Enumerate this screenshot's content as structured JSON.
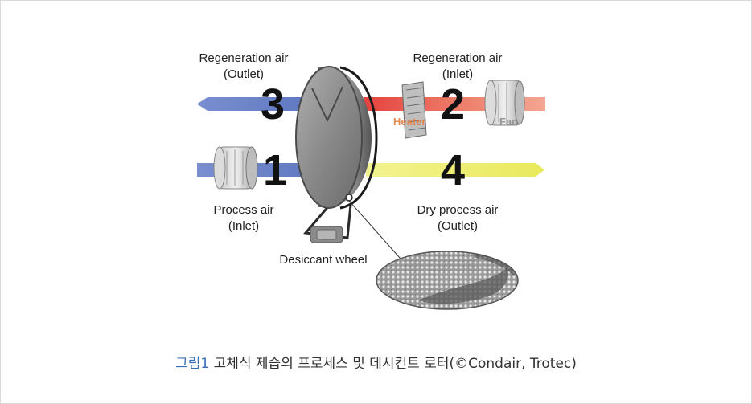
{
  "diagram": {
    "labels": {
      "regen_outlet": {
        "line1": "Regeneration air",
        "line2": "(Outlet)"
      },
      "regen_inlet": {
        "line1": "Regeneration air",
        "line2": "(Inlet)"
      },
      "process_inlet": {
        "line1": "Process air",
        "line2": "(Inlet)"
      },
      "dry_outlet": {
        "line1": "Dry process air",
        "line2": "(Outlet)"
      },
      "wheel": "Desiccant wheel",
      "heater": "Heater",
      "fan": "Fan"
    },
    "numbers": {
      "n1": "1",
      "n2": "2",
      "n3": "3",
      "n4": "4"
    },
    "colors": {
      "blue_arrow": "#6e86c8",
      "red_arrow": "#e8564f",
      "salmon_arrow": "#f2a08c",
      "yellow_arrow": "#ecec6e",
      "wheel_face": "#8f8f8f",
      "wheel_rim": "#5f5f5f"
    }
  },
  "caption": {
    "figure_no": "그림1",
    "text": " 고체식 제습의 프로세스 및 데시컨트 로터(©Condair, Trotec)"
  }
}
